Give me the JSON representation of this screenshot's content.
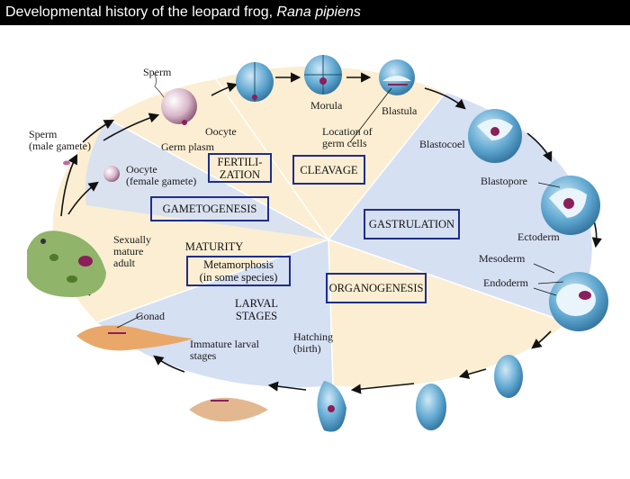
{
  "header": {
    "title_prefix": "Developmental history of the leopard frog, ",
    "title_species": "Rana pipiens"
  },
  "stages": {
    "fertilization": "FERTILI-\nZATION",
    "cleavage": "CLEAVAGE",
    "gametogenesis": "GAMETOGENESIS",
    "gastrulation": "GASTRULATION",
    "metamorphosis": "Metamorphosis\n(in some species)",
    "organogenesis": "ORGANOGENESIS",
    "maturity": "MATURITY",
    "larval_stages": "LARVAL\nSTAGES"
  },
  "labels": {
    "sperm_top": "Sperm",
    "oocyte_top": "Oocyte",
    "germ_plasm": "Germ plasm",
    "sperm_male": "Sperm\n(male gamete)",
    "oocyte_female": "Oocyte\n(female gamete)",
    "morula": "Morula",
    "blastula": "Blastula",
    "germ_cells": "Location of\ngerm cells",
    "blastocoel": "Blastocoel",
    "blastopore": "Blastopore",
    "ectoderm": "Ectoderm",
    "mesoderm": "Mesoderm",
    "endoderm": "Endoderm",
    "sexually_mature": "Sexually\nmature\nadult",
    "gonad": "Gonad",
    "immature_larval": "Immature larval\nstages",
    "hatching": "Hatching\n(birth)"
  },
  "colors": {
    "stage_border": "#1f2d8a",
    "yellow_wedge": "#fbeed2",
    "blue_wedge": "#d6e0f3",
    "embryo": "#5fa7d0",
    "germ": "#8a1f5a",
    "frog": "#8fb46a"
  }
}
